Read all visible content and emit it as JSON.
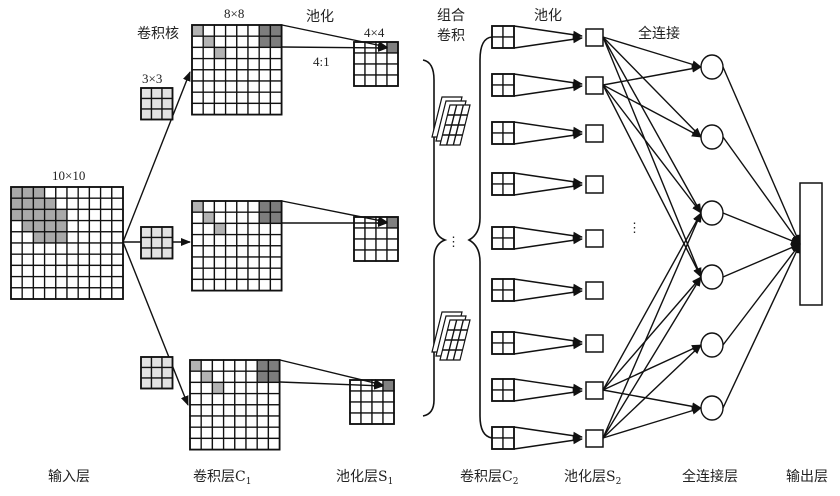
{
  "title": "卷积神经网络结构示意图",
  "annotations": {
    "input_size": "10×10",
    "kernel_label": "卷积核",
    "kernel_size": "3×3",
    "c1_size": "8×8",
    "pool_label": "池化",
    "s1_size": "4×4",
    "pool_ratio": "4:1",
    "combined_conv_line1": "组合",
    "combined_conv_line2": "卷积",
    "pool2_label": "池化",
    "fc_label": "全连接",
    "ellipsis": "⋮"
  },
  "layers": [
    {
      "id": "input",
      "caption": "输入层",
      "caption_sub": ""
    },
    {
      "id": "c1",
      "caption": "卷积层C",
      "caption_sub": "1"
    },
    {
      "id": "s1",
      "caption": "池化层S",
      "caption_sub": "1"
    },
    {
      "id": "c2",
      "caption": "卷积层C",
      "caption_sub": "2"
    },
    {
      "id": "s2",
      "caption": "池化层S",
      "caption_sub": "2"
    },
    {
      "id": "fc",
      "caption": "全连接层",
      "caption_sub": ""
    },
    {
      "id": "output",
      "caption": "输出层",
      "caption_sub": ""
    }
  ],
  "structure": {
    "input_grid": 10,
    "input_shaded": [
      [
        0,
        0
      ],
      [
        0,
        1
      ],
      [
        0,
        2
      ],
      [
        1,
        0
      ],
      [
        1,
        1
      ],
      [
        1,
        2
      ],
      [
        1,
        3
      ],
      [
        2,
        0
      ],
      [
        2,
        1
      ],
      [
        2,
        2
      ],
      [
        2,
        3
      ],
      [
        2,
        4
      ],
      [
        3,
        1
      ],
      [
        3,
        2
      ],
      [
        3,
        3
      ],
      [
        3,
        4
      ],
      [
        4,
        2
      ],
      [
        4,
        3
      ],
      [
        4,
        4
      ]
    ],
    "kernel_grid": 3,
    "kernel_count": 3,
    "c1_grid": 8,
    "c1_light_shaded": [
      [
        0,
        0
      ],
      [
        1,
        1
      ],
      [
        2,
        2
      ]
    ],
    "c1_dark_shaded": [
      [
        0,
        6
      ],
      [
        0,
        7
      ],
      [
        1,
        6
      ],
      [
        1,
        7
      ]
    ],
    "s1_grid": 4,
    "s1_dark_shaded": [
      [
        0,
        3
      ]
    ],
    "c2_map_count": 9,
    "c2_grid": 2,
    "s2_unit_count": 9,
    "fc_node_count": 6,
    "output_count": 1
  },
  "colors": {
    "line": "#111111",
    "input_shade": "#a9a9a9",
    "kernel_fill": "#e2e2e2",
    "c1_light": "#b3b3b3",
    "c1_dark": "#7d7d7d",
    "s1_dark": "#808080"
  }
}
